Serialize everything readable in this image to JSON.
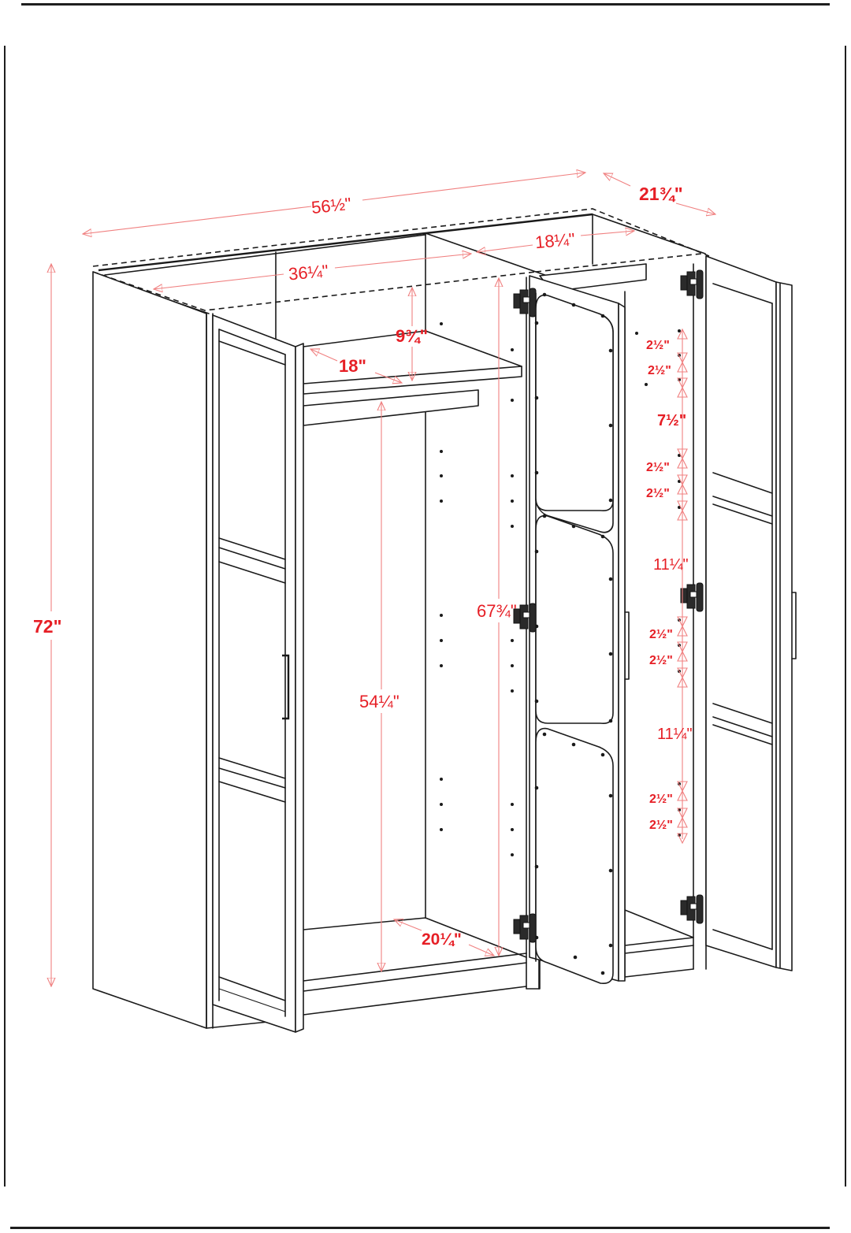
{
  "diagram": {
    "subject": "Three-door wardrobe dimension drawing",
    "colors": {
      "line": "#1a1a1a",
      "dimension_line": "#f08080",
      "dimension_text": "#e61e25",
      "frame": "#1e1e1e",
      "background": "#ffffff"
    },
    "overall": {
      "width": "56½\"",
      "depth": "21¾\"",
      "height": "72\""
    },
    "interior": {
      "top_width_left": "36¼\"",
      "top_width_right": "18¼\"",
      "shelf_clearance": "9¾\"",
      "shelf_depth": "18\"",
      "hanging_height": "54¼\"",
      "interior_height": "67¾\"",
      "bottom_depth": "20¼\""
    },
    "shelf_pin_spacing": [
      "2½\"",
      "2½\"",
      "7½\"",
      "2½\"",
      "2½\"",
      "11¼\"",
      "2½\"",
      "2½\"",
      "11¼\"",
      "2½\"",
      "2½\""
    ]
  }
}
